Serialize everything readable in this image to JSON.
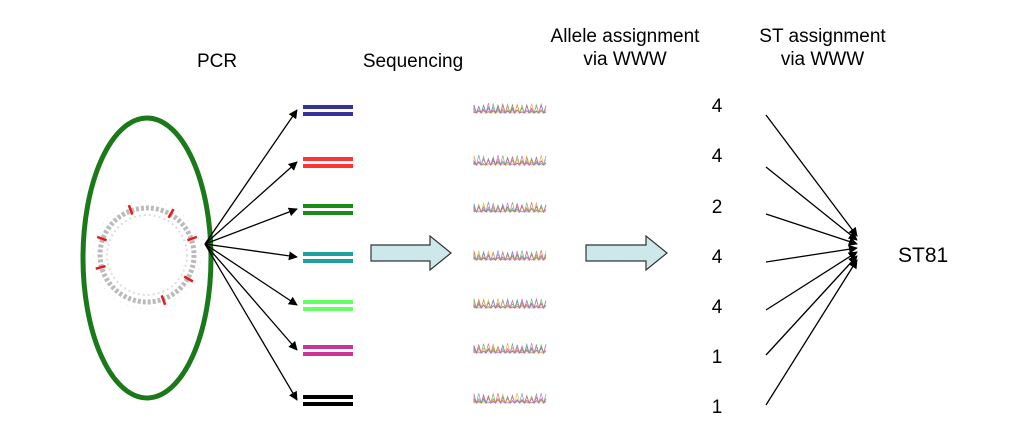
{
  "stages": {
    "pcr": "PCR",
    "sequencing": "Sequencing",
    "allele_line1": "Allele assignment",
    "allele_line2": "via WWW",
    "st_line1": "ST assignment",
    "st_line2": "via WWW"
  },
  "loci": [
    {
      "color": "#333399",
      "allele": "4"
    },
    {
      "color": "#ff3333",
      "allele": "4"
    },
    {
      "color": "#1a8a1a",
      "allele": "2"
    },
    {
      "color": "#1f9f9f",
      "allele": "4"
    },
    {
      "color": "#66ff66",
      "allele": "4"
    },
    {
      "color": "#cc3399",
      "allele": "1"
    },
    {
      "color": "#000000",
      "allele": "1"
    }
  ],
  "result": "ST81",
  "colors": {
    "genome_ring": "#1a7a1a",
    "process_arrow_fill": "#cce8ea",
    "process_arrow_stroke": "#333333"
  }
}
